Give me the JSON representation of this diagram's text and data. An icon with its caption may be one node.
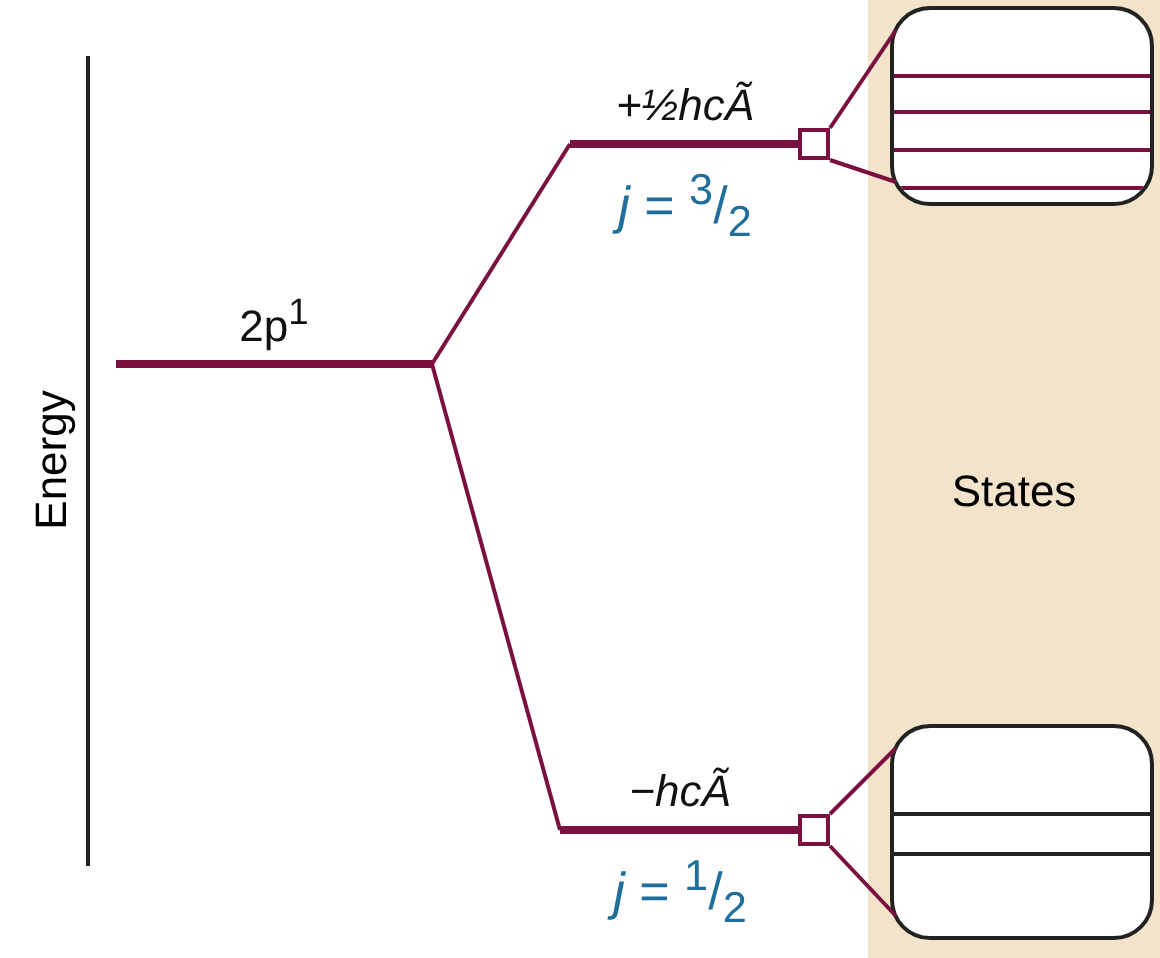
{
  "diagram": {
    "nodes": [
      {
        "text": [
          "2p$^{1}$"
        ]
      },
      {
        "text": [
          "+½hcÃ",
          "*j* = $^{3}$/$_{2}$"
        ]
      },
      {
        "text": [
          "−hcÃ",
          "*j* = $^{1}$/$_{2}$"
        ]
      },
      {
        "text": [
          "States"
        ]
      },
      {
        "text": [],
        "shape": "box"
      },
      {
        "text": [],
        "shape": "box",
        "in": 3
      },
      {
        "text": [],
        "shape": "box"
      },
      {
        "text": [],
        "shape": "box",
        "in": 3
      }
    ],
    "edges": [
      {
        "from": 0,
        "to": 1,
        "arrow": "none"
      },
      {
        "from": 0,
        "to": 2,
        "arrow": "none"
      },
      {
        "from": 4,
        "to": 5,
        "arrow": "none"
      },
      {
        "from": 6,
        "to": 7,
        "arrow": "none"
      }
    ],
    "labels": [
      "Energy"
    ]
  }
}
